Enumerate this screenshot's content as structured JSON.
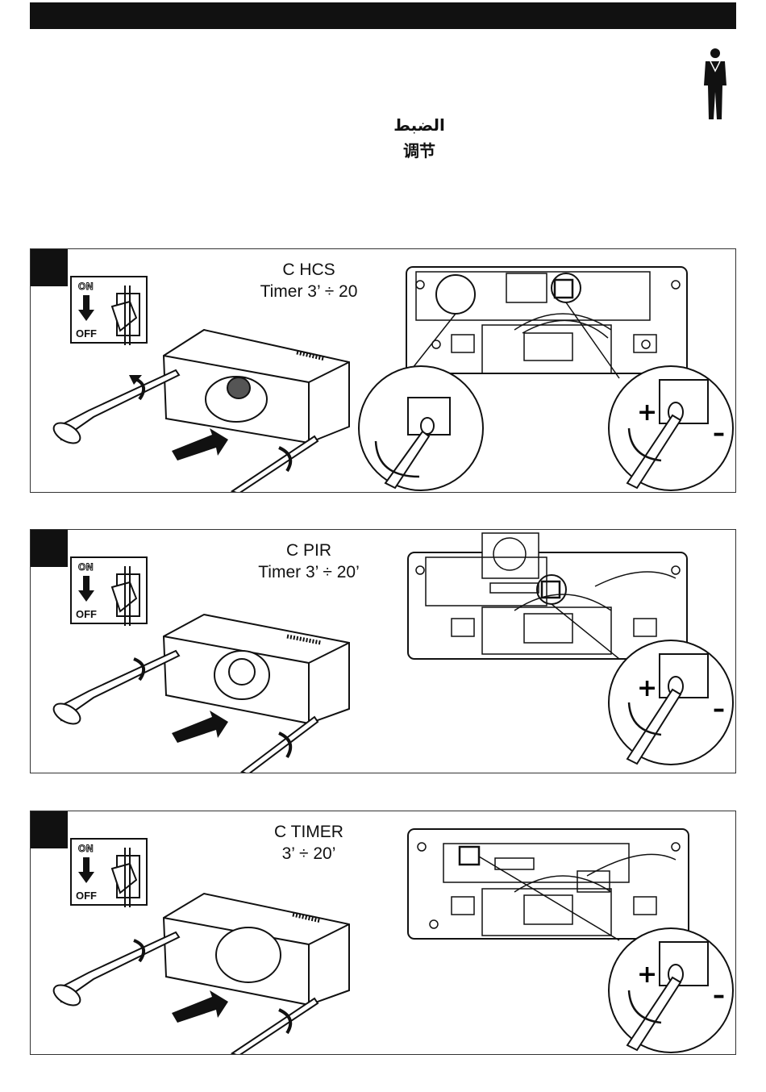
{
  "header": {
    "title_arabic": "الضبط",
    "title_chinese": "调节"
  },
  "switch": {
    "on_label": "ON",
    "off_label": "OFF"
  },
  "panels": [
    {
      "line1": "C  HCS",
      "line2": "Timer 3’ ÷ 20",
      "plus": "+",
      "minus": "–"
    },
    {
      "line1": "C  PIR",
      "line2": "Timer 3’ ÷ 20’",
      "plus": "+",
      "minus": "–"
    },
    {
      "line1": "C  TIMER",
      "line2": "3’ ÷ 20’",
      "plus": "+",
      "minus": "–"
    }
  ]
}
